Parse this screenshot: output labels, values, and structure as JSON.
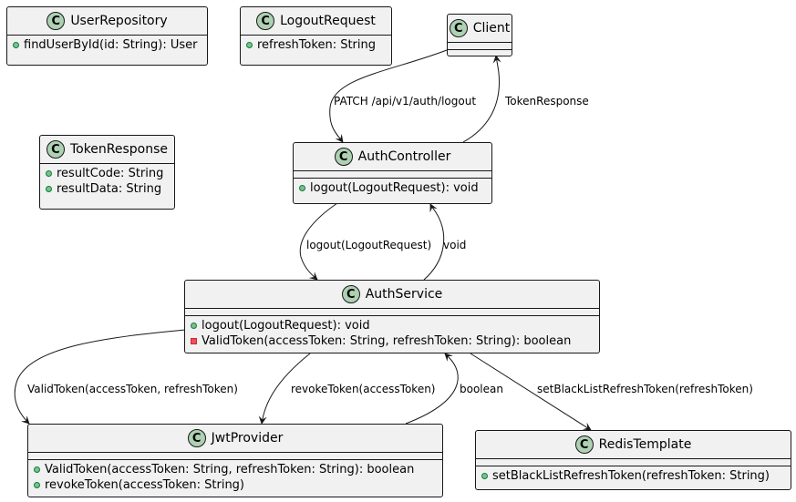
{
  "classes": {
    "user_repository": {
      "name": "UserRepository",
      "members": [
        {
          "vis": "public",
          "text": "findUserById(id: String): User"
        }
      ]
    },
    "logout_request": {
      "name": "LogoutRequest",
      "members": [
        {
          "vis": "public",
          "text": "refreshToken: String"
        }
      ]
    },
    "client": {
      "name": "Client",
      "members": []
    },
    "token_response": {
      "name": "TokenResponse",
      "members": [
        {
          "vis": "public",
          "text": "resultCode: String"
        },
        {
          "vis": "public",
          "text": "resultData: String"
        }
      ]
    },
    "auth_controller": {
      "name": "AuthController",
      "members": [
        {
          "vis": "public",
          "text": "logout(LogoutRequest): void"
        }
      ]
    },
    "auth_service": {
      "name": "AuthService",
      "members": [
        {
          "vis": "public",
          "text": "logout(LogoutRequest): void"
        },
        {
          "vis": "private",
          "text": "ValidToken(accessToken: String, refreshToken: String): boolean"
        }
      ]
    },
    "jwt_provider": {
      "name": "JwtProvider",
      "members": [
        {
          "vis": "public",
          "text": "ValidToken(accessToken: String, refreshToken: String): boolean"
        },
        {
          "vis": "public",
          "text": "revokeToken(accessToken: String)"
        }
      ]
    },
    "redis_template": {
      "name": "RedisTemplate",
      "members": [
        {
          "vis": "public",
          "text": "setBlackListRefreshToken(refreshToken: String)"
        }
      ]
    }
  },
  "class_badge": "C",
  "edges": {
    "client_to_controller": "PATCH /api/v1/auth/logout",
    "controller_to_client": "TokenResponse",
    "controller_to_service": "logout(LogoutRequest)",
    "service_to_controller": "void",
    "service_to_jwt_valid": "ValidToken(accessToken, refreshToken)",
    "service_to_jwt_revoke": "revokeToken(accessToken)",
    "jwt_to_service": "boolean",
    "service_to_redis": "setBlackListRefreshToken(refreshToken)"
  },
  "colors": {
    "box_fill": "#f1f1f1",
    "border": "#181818",
    "badge": "#add1b2",
    "public": "#84be84",
    "private": "#f24d5c"
  }
}
